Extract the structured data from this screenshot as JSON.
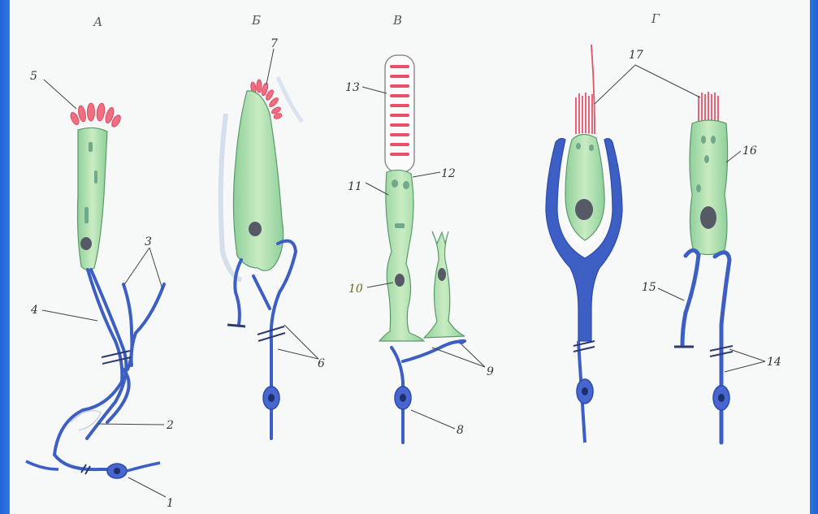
{
  "panels": [
    {
      "letter": "А"
    },
    {
      "letter": "Б"
    },
    {
      "letter": "В"
    },
    {
      "letter": "Г"
    }
  ],
  "labels": {
    "l1": "1",
    "l2": "2",
    "l3": "3",
    "l4": "4",
    "l5": "5",
    "l6": "6",
    "l7": "7",
    "l8": "8",
    "l9": "9",
    "l10": "10",
    "l11": "11",
    "l12": "12",
    "l13": "13",
    "l14": "14",
    "l15": "15",
    "l16": "16",
    "l17": "17"
  },
  "colors": {
    "cell": "#b7e0b0",
    "cell_outline": "#5a9a6a",
    "nerve": "#3d5fc4",
    "nucleus": "#555a66",
    "hair": "#e8506a"
  }
}
